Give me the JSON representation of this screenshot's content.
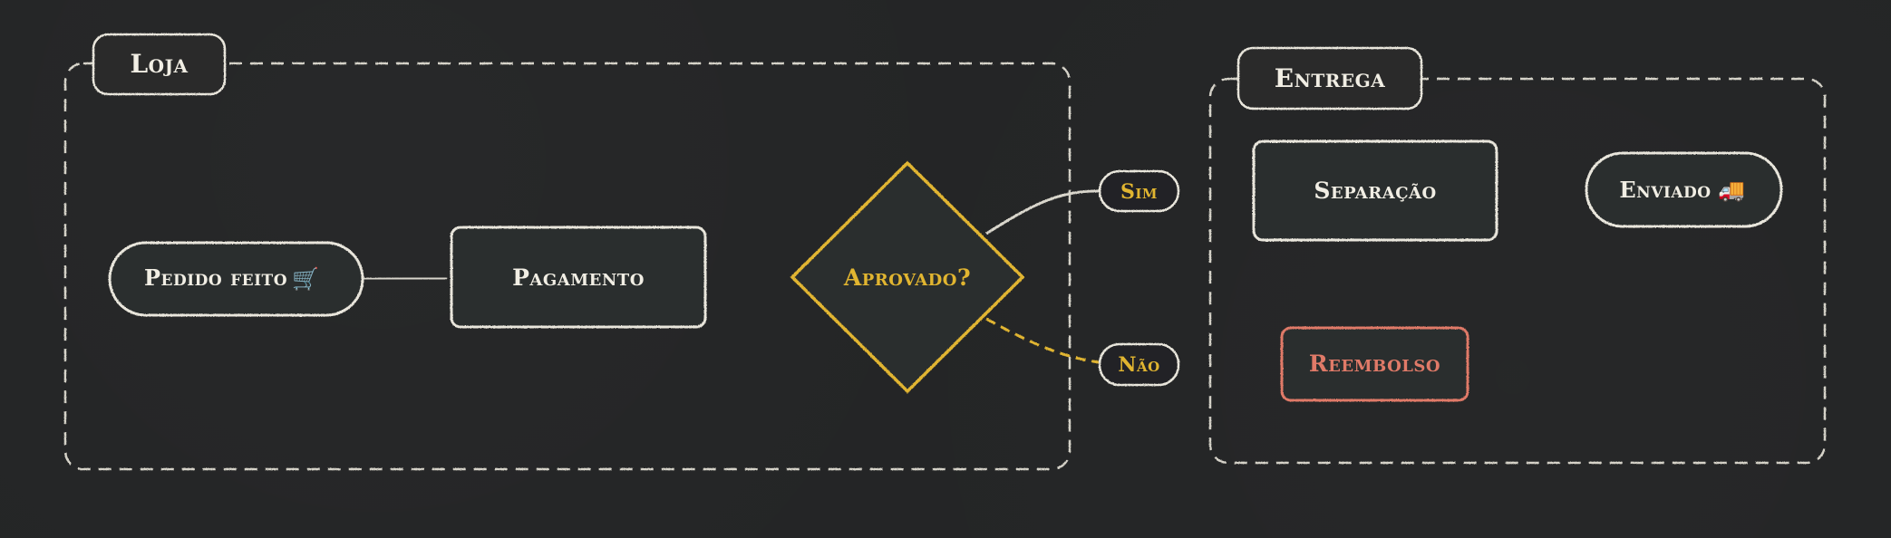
{
  "colors": {
    "background": "#242526",
    "node_fill": "#2b2d2e",
    "chalk_white": "#e9e6dc",
    "chalk_yellow": "#e1b530",
    "chalk_red": "#e07a68"
  },
  "groups": {
    "loja": {
      "title": "Loja"
    },
    "entrega": {
      "title": "Entrega"
    }
  },
  "nodes": {
    "pedido": {
      "label": "Pedido feito",
      "icon": "shopping-cart-icon",
      "glyph": "🛒"
    },
    "pagamento": {
      "label": "Pagamento"
    },
    "aprovado": {
      "label": "Aprovado?"
    },
    "separacao": {
      "label": "Separação"
    },
    "enviado": {
      "label": "Enviado",
      "icon": "delivery-truck-icon",
      "glyph": "🚚"
    },
    "reembolso": {
      "label": "Reembolso"
    }
  },
  "edges": {
    "sim": {
      "label": "Sim"
    },
    "nao": {
      "label": "Não"
    }
  }
}
